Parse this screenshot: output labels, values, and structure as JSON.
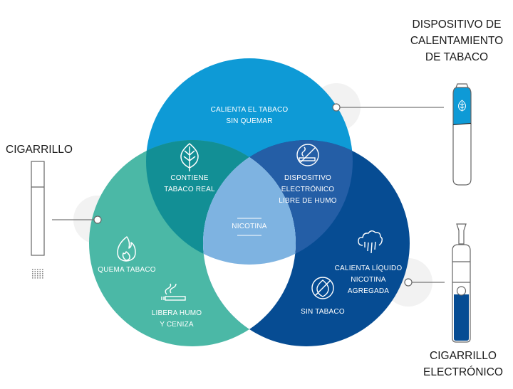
{
  "colors": {
    "heat_device": "#0E9AD6",
    "cigarette": "#4BB8A6",
    "e_cigarette": "#064C93",
    "overlap_heat_cigarette": "#128F95",
    "overlap_heat_ecig": "#245EA6",
    "overlap_center": "#7EB3E1",
    "connector": "#777777"
  },
  "products": {
    "heat_device": {
      "title_lines": [
        "DISPOSITIVO DE",
        "CALENTAMIENTO",
        "DE TABACO"
      ]
    },
    "cigarette": {
      "title": "CIGARRILLO"
    },
    "e_cigarette": {
      "title_lines": [
        "CIGARRILLO",
        "ELECTRÓNICO"
      ]
    }
  },
  "venn": {
    "heat_only": {
      "lines": [
        "CALIENTA EL TABACO",
        "SIN QUEMAR"
      ]
    },
    "heat_cigarette": {
      "icon": "leaf-icon",
      "lines": [
        "CONTIENE",
        "TABACO REAL"
      ]
    },
    "heat_ecig": {
      "icon": "no-smoking-icon",
      "lines": [
        "DISPOSITIVO",
        "ELECTRÓNICO",
        "LIBRE DE HUMO"
      ]
    },
    "center": {
      "label": "NICOTINA"
    },
    "cigarette_only": [
      {
        "icon": "flame-icon",
        "lines": [
          "QUEMA TABACO"
        ]
      },
      {
        "icon": "smoking-cigarette-icon",
        "lines": [
          "LIBERA HUMO",
          "Y CENIZA"
        ]
      }
    ],
    "ecig_only": [
      {
        "icon": "vapor-cloud-icon",
        "lines": [
          "CALIENTA LÍQUIDO",
          "NICOTINA",
          "AGREGADA"
        ]
      },
      {
        "icon": "no-tobacco-icon",
        "lines": [
          "SIN TABACO"
        ]
      }
    ]
  }
}
